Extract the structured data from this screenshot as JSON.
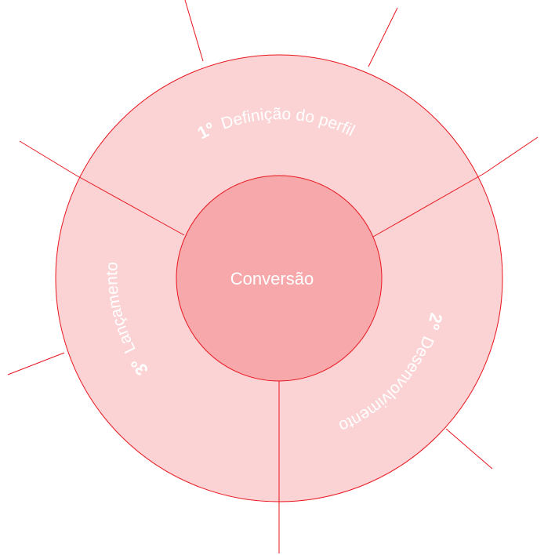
{
  "diagram": {
    "center_label": "Conversão",
    "segments": [
      {
        "number": "1º",
        "label": "Definição do perfil"
      },
      {
        "number": "2º",
        "label": "Desenvolvimento"
      },
      {
        "number": "3º",
        "label": "Lançamento"
      }
    ],
    "colors": {
      "ring_fill": "#fbd3d5",
      "center_fill": "#f6a8ab",
      "stroke": "#e8161e",
      "text": "#ffffff"
    }
  }
}
